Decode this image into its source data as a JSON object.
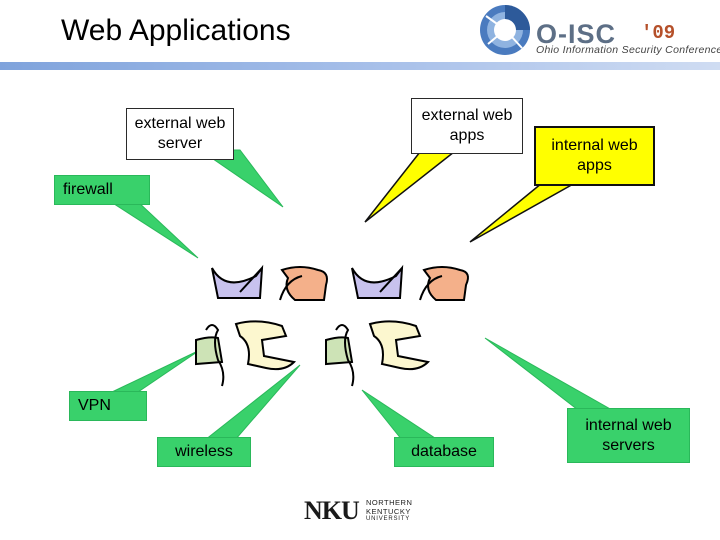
{
  "title": "Web Applications",
  "logo": {
    "main": "O-ISC",
    "year": "'09",
    "subtitle": "Ohio Information Security Conference"
  },
  "callouts": {
    "external_web_server": "external web server",
    "firewall": "firewall",
    "external_web_apps": "external web apps",
    "internal_web_apps": "internal web apps",
    "vpn": "VPN",
    "wireless": "wireless",
    "database": "database",
    "internal_web_servers": "internal web servers"
  },
  "footer_logo": {
    "mark": "NKU",
    "line1": "NORTHERN",
    "line2": "KENTUCKY",
    "line3": "UNIVERSITY"
  },
  "colors": {
    "callout_green": "#39d16b",
    "callout_yellow": "#ffff00",
    "piece_purple": "#c8c2ee",
    "piece_orange": "#f4b08a",
    "piece_green": "#cde3b6",
    "piece_cream": "#fcf7cf"
  }
}
